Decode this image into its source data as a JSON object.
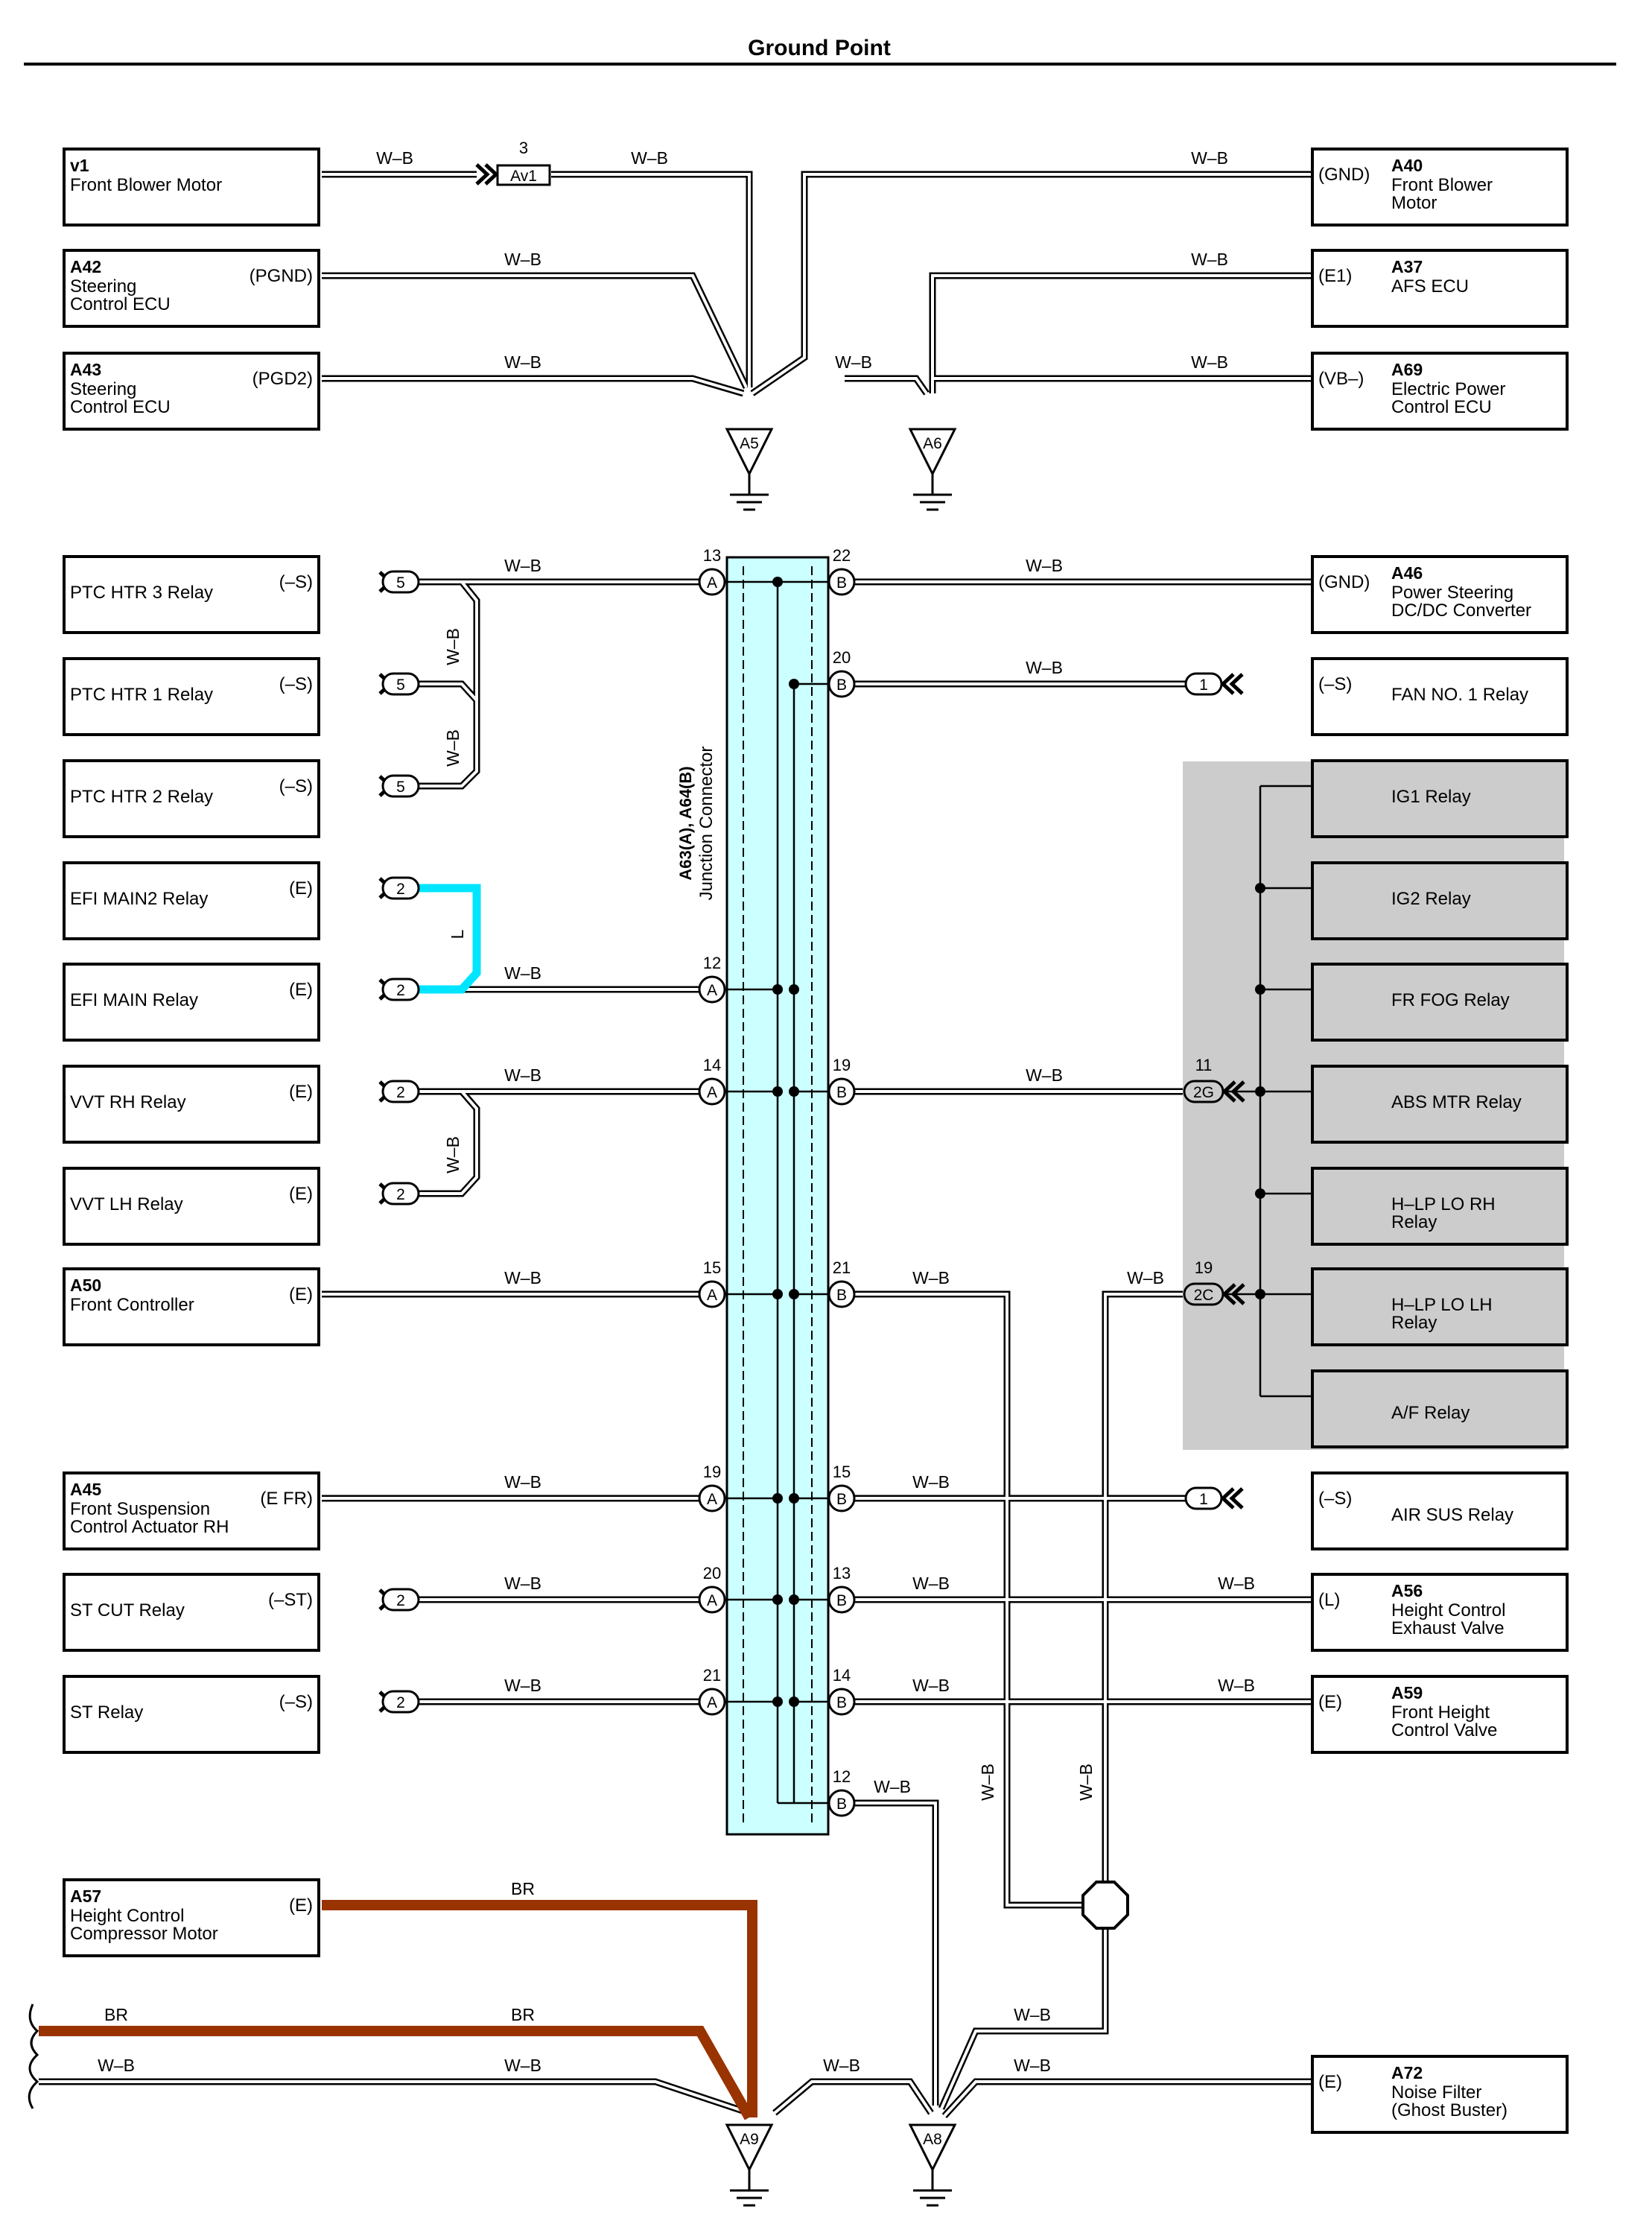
{
  "title": "Ground Point",
  "wire_labels": {
    "wb": "W–B",
    "br": "BR",
    "l": "L"
  },
  "ground_points": {
    "a5": "A5",
    "a6": "A6",
    "a8": "A8",
    "a9": "A9"
  },
  "junction_connector": {
    "title": "A63(A), A64(B)",
    "subtitle": "Junction Connector",
    "pin_a": "A",
    "pin_b": "B"
  },
  "inline_connector_av1": {
    "label": "Av1",
    "number": "3"
  },
  "inline_connectors": {
    "c5": "5",
    "c2": "2",
    "c1": "1",
    "c2g": "2G",
    "c2g_num": "11",
    "c2c": "2C",
    "c2c_num": "19"
  },
  "components_left": [
    {
      "code": "v1",
      "name1": "Front Blower Motor",
      "name2": "",
      "name3": "",
      "pin": ""
    },
    {
      "code": "A42",
      "name1": "Steering",
      "name2": "Control ECU",
      "name3": "",
      "pin": "(PGND)"
    },
    {
      "code": "A43",
      "name1": "Steering",
      "name2": "Control ECU",
      "name3": "",
      "pin": "(PGD2)"
    },
    {
      "code": "",
      "name1": "PTC HTR 3 Relay",
      "name2": "",
      "name3": "",
      "pin": "(–S)"
    },
    {
      "code": "",
      "name1": "PTC HTR 1 Relay",
      "name2": "",
      "name3": "",
      "pin": "(–S)"
    },
    {
      "code": "",
      "name1": "PTC HTR 2 Relay",
      "name2": "",
      "name3": "",
      "pin": "(–S)"
    },
    {
      "code": "",
      "name1": "EFI MAIN2 Relay",
      "name2": "",
      "name3": "",
      "pin": "(E)"
    },
    {
      "code": "",
      "name1": "EFI MAIN Relay",
      "name2": "",
      "name3": "",
      "pin": "(E)"
    },
    {
      "code": "",
      "name1": "VVT RH Relay",
      "name2": "",
      "name3": "",
      "pin": "(E)"
    },
    {
      "code": "",
      "name1": "VVT LH Relay",
      "name2": "",
      "name3": "",
      "pin": "(E)"
    },
    {
      "code": "A50",
      "name1": "Front Controller",
      "name2": "",
      "name3": "",
      "pin": "(E)"
    },
    {
      "code": "A45",
      "name1": "Front Suspension",
      "name2": "Control Actuator RH",
      "name3": "",
      "pin": "(E FR)"
    },
    {
      "code": "",
      "name1": "ST CUT Relay",
      "name2": "",
      "name3": "",
      "pin": "(–ST)"
    },
    {
      "code": "",
      "name1": "ST Relay",
      "name2": "",
      "name3": "",
      "pin": "(–S)"
    },
    {
      "code": "A57",
      "name1": "Height Control",
      "name2": "Compressor Motor",
      "name3": "",
      "pin": "(E)"
    }
  ],
  "components_right": [
    {
      "code": "A40",
      "name1": "Front Blower",
      "name2": "Motor",
      "name3": "",
      "pin": "(GND)"
    },
    {
      "code": "A37",
      "name1": "AFS ECU",
      "name2": "",
      "name3": "",
      "pin": "(E1)"
    },
    {
      "code": "A69",
      "name1": "Electric Power",
      "name2": "Control ECU",
      "name3": "",
      "pin": "(VB–)"
    },
    {
      "code": "A46",
      "name1": "Power Steering",
      "name2": "DC/DC Converter",
      "name3": "",
      "pin": "(GND)"
    },
    {
      "code": "",
      "name1": "FAN NO. 1 Relay",
      "name2": "",
      "name3": "",
      "pin": "(–S)"
    },
    {
      "code": "",
      "name1": "IG1 Relay",
      "name2": "",
      "name3": "",
      "pin": ""
    },
    {
      "code": "",
      "name1": "IG2 Relay",
      "name2": "",
      "name3": "",
      "pin": ""
    },
    {
      "code": "",
      "name1": "FR FOG Relay",
      "name2": "",
      "name3": "",
      "pin": ""
    },
    {
      "code": "",
      "name1": "ABS MTR Relay",
      "name2": "",
      "name3": "",
      "pin": ""
    },
    {
      "code": "",
      "name1": "H–LP LO RH",
      "name2": "Relay",
      "name3": "",
      "pin": ""
    },
    {
      "code": "",
      "name1": "H–LP LO LH",
      "name2": "Relay",
      "name3": "",
      "pin": ""
    },
    {
      "code": "",
      "name1": "A/F Relay",
      "name2": "",
      "name3": "",
      "pin": ""
    },
    {
      "code": "",
      "name1": "AIR SUS Relay",
      "name2": "",
      "name3": "",
      "pin": "(–S)"
    },
    {
      "code": "A56",
      "name1": "Height Control",
      "name2": "Exhaust Valve",
      "name3": "",
      "pin": "(L)"
    },
    {
      "code": "A59",
      "name1": "Front Height",
      "name2": "Control Valve",
      "name3": "",
      "pin": "(E)"
    },
    {
      "code": "A72",
      "name1": "Noise Filter",
      "name2": "(Ghost Buster)",
      "name3": "",
      "pin": "(E)"
    }
  ],
  "junction_pins_a": [
    "13",
    "12",
    "14",
    "15",
    "19",
    "20",
    "21"
  ],
  "junction_pins_b": [
    "22",
    "20",
    "19",
    "21",
    "15",
    "13",
    "14",
    "12"
  ],
  "colors": {
    "wire": "#000000",
    "wire_br": "#993300",
    "wire_l": "#00e5ff",
    "junction_fill": "#ccffff",
    "relay_panel": "#cccccc"
  }
}
